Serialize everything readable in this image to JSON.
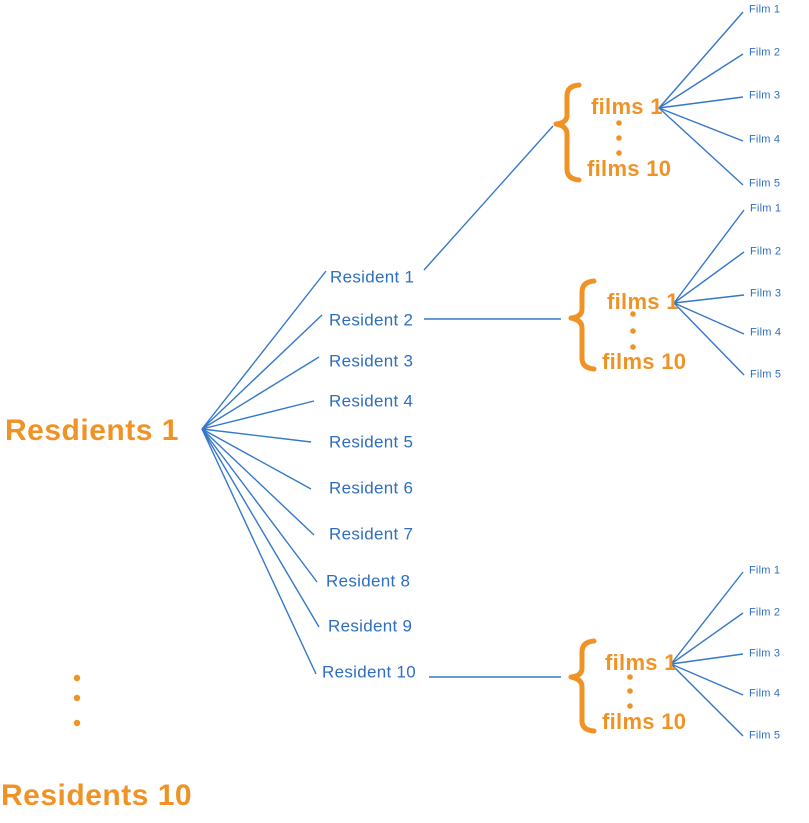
{
  "colors": {
    "orange": "#EF9327",
    "blue_text": "#2D6EC3",
    "edge_blue": "#3577CB",
    "background": "#FFFFFF"
  },
  "root_top": {
    "label": "Resdients 1"
  },
  "root_bottom": {
    "label": "Residents 10"
  },
  "residents": [
    {
      "label": "Resident 1"
    },
    {
      "label": "Resident 2"
    },
    {
      "label": "Resident 3"
    },
    {
      "label": "Resident 4"
    },
    {
      "label": "Resident 5"
    },
    {
      "label": "Resident 6"
    },
    {
      "label": "Resident 7"
    },
    {
      "label": "Resident 8"
    },
    {
      "label": "Resident 9"
    },
    {
      "label": "Resident 10"
    }
  ],
  "film_groups": [
    {
      "parent": "Resident 1",
      "first": "films 1",
      "last": "films 10",
      "films": [
        {
          "label": "Film 1"
        },
        {
          "label": "Film 2"
        },
        {
          "label": "Film 3"
        },
        {
          "label": "Film 4"
        },
        {
          "label": "Film 5"
        }
      ]
    },
    {
      "parent": "Resident 2",
      "first": "films 1",
      "last": "films 10",
      "films": [
        {
          "label": "Film 1"
        },
        {
          "label": "Film 2"
        },
        {
          "label": "Film 3"
        },
        {
          "label": "Film 4"
        },
        {
          "label": "Film 5"
        }
      ]
    },
    {
      "parent": "Resident 10",
      "first": "films 1",
      "last": "films 10",
      "films": [
        {
          "label": "Film 1"
        },
        {
          "label": "Film 2"
        },
        {
          "label": "Film 3"
        },
        {
          "label": "Film 4"
        },
        {
          "label": "Film 5"
        }
      ]
    }
  ]
}
